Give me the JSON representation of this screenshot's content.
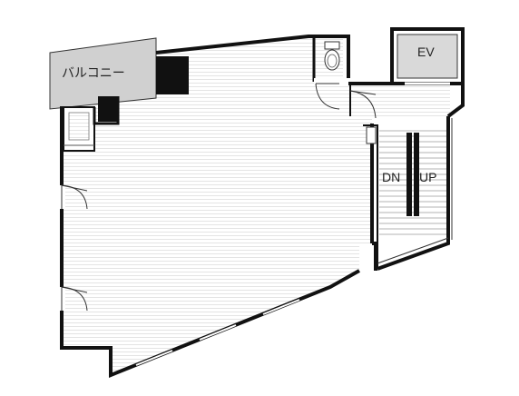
{
  "labels": {
    "balcony": "バルコニー",
    "elevator": "EV",
    "stairs_down": "DN",
    "stairs_up": "UP"
  },
  "icons": [
    "toilet-icon",
    "door-swing-icon",
    "elevator-icon",
    "stairs-icon"
  ],
  "colors": {
    "wall": "#111111",
    "balcony_fill": "#d0d0d0",
    "elevator_fill": "#d9d9d9",
    "floor_lines": "#e6e6e6"
  }
}
